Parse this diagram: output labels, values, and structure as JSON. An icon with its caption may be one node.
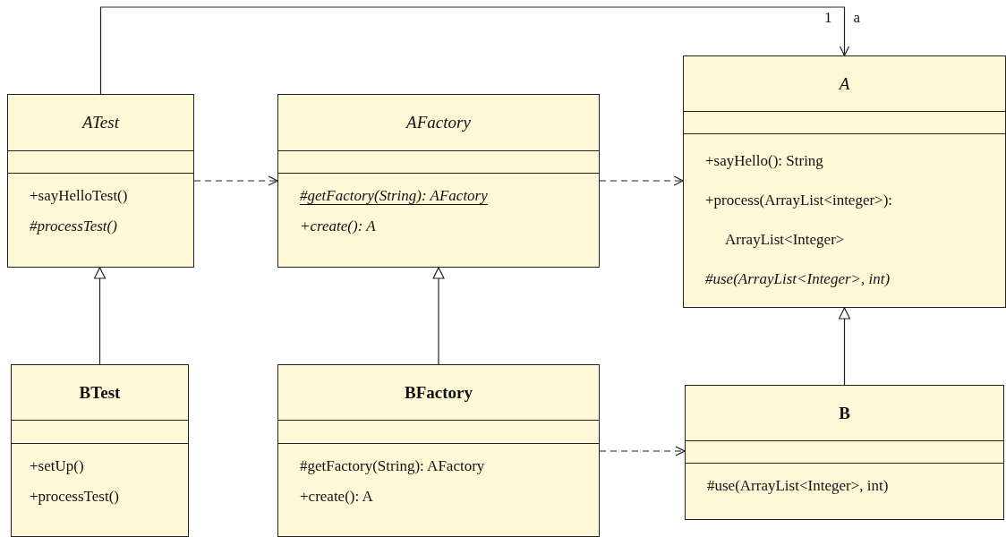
{
  "diagram": {
    "nodes": [
      {
        "text": [
          "ATest",
          "+sayHelloTest()",
          "#processTest()"
        ]
      },
      {
        "text": [
          "AFactory",
          "#getFactory(String): AFactory",
          "+create(): A"
        ]
      },
      {
        "text": [
          "A",
          "+sayHello(): String",
          "+process(ArrayList<integer>): ArrayList<Integer>",
          "#use(ArrayList<Integer>, int)"
        ]
      },
      {
        "text": [
          "BTest",
          "+setUp()",
          "+processTest()"
        ]
      },
      {
        "text": [
          "BFactory",
          "#getFactory(String): AFactory",
          "+create(): A"
        ]
      },
      {
        "text": [
          "B",
          "#use(ArrayList<Integer>, int)"
        ]
      }
    ],
    "edges": [
      {
        "from": 0,
        "to": 2,
        "arrow": "to",
        "label": "a"
      },
      {
        "from": 0,
        "to": 1,
        "arrow": "to",
        "style": "dashed"
      },
      {
        "from": 1,
        "to": 2,
        "arrow": "to",
        "style": "dashed"
      },
      {
        "from": 3,
        "to": 0,
        "arrow": "to"
      },
      {
        "from": 4,
        "to": 1,
        "arrow": "to"
      },
      {
        "from": 5,
        "to": 2,
        "arrow": "to"
      },
      {
        "from": 4,
        "to": 5,
        "arrow": "to",
        "style": "dashed"
      }
    ],
    "labels": [
      "1"
    ]
  }
}
